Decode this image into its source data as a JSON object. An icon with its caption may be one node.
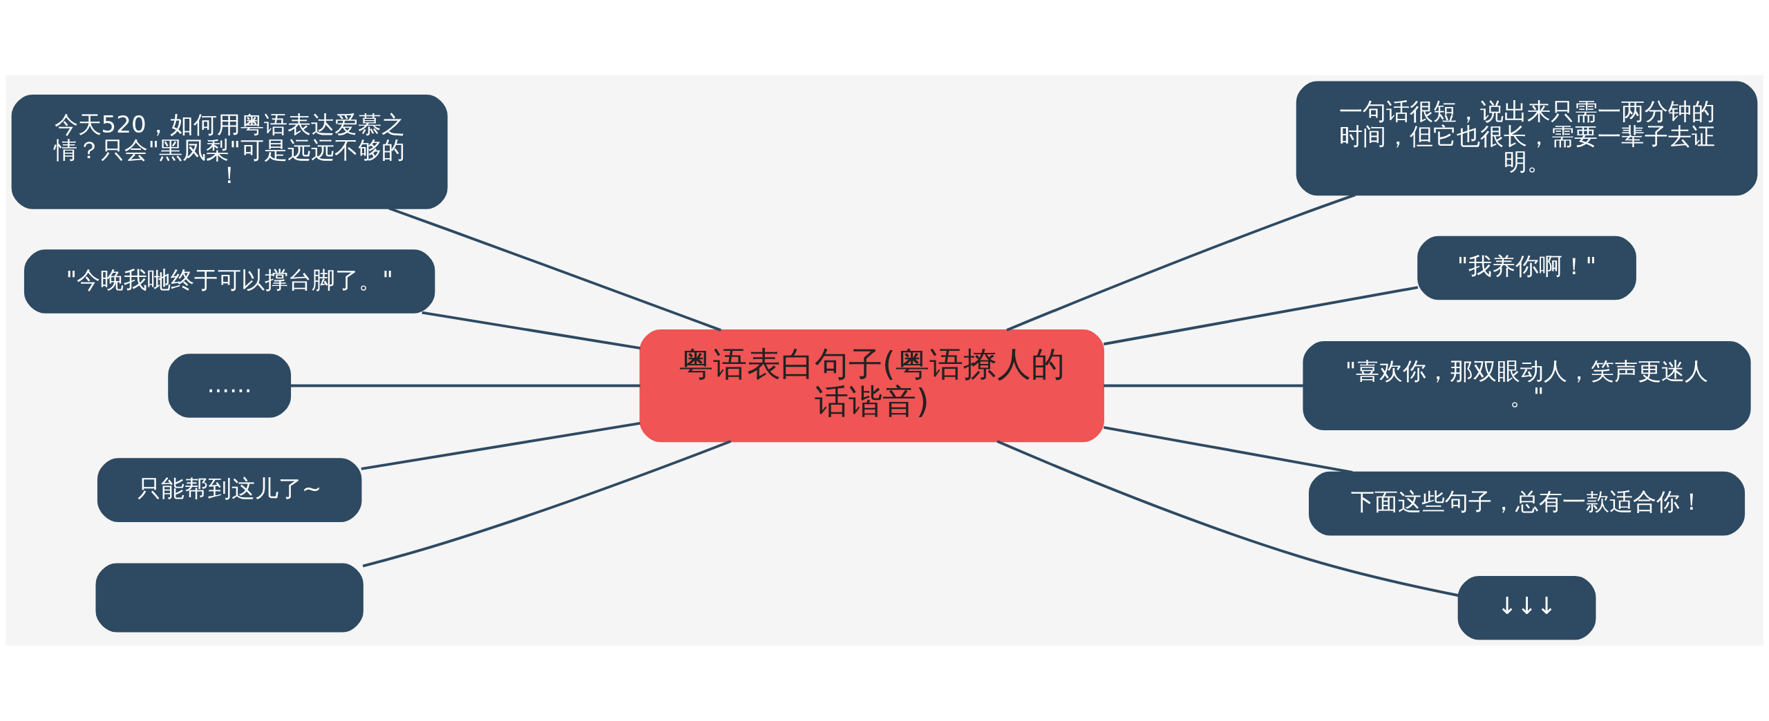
{
  "diagram": {
    "nodes": [
      {
        "text": [
          "粤语表白句子(粤语撩人的话谐音)"
        ]
      },
      {
        "text": [
          "今天520，如何用粤语表达爱慕之情？只会\"黑凤梨\"可是远远不够的！"
        ]
      },
      {
        "text": [
          "\"今晚我哋终于可以撑台脚了。\""
        ]
      },
      {
        "text": [
          "......"
        ]
      },
      {
        "text": [
          "只能帮到这儿了~"
        ]
      },
      {
        "text": [],
        "shape": "box"
      },
      {
        "text": [
          "一句话很短，说出来只需一两分钟的时间，但它也很长，需要一辈子去证明。"
        ]
      },
      {
        "text": [
          "\"我养你啊！\""
        ]
      },
      {
        "text": [
          "\"喜欢你，那双眼动人，笑声更迷人。\""
        ]
      },
      {
        "text": [
          "下面这些句子，总有一款适合你！"
        ]
      },
      {
        "text": [
          "↓↓↓"
        ]
      }
    ],
    "edges": [
      {
        "from": 0,
        "to": 1,
        "arrow": "none"
      },
      {
        "from": 0,
        "to": 2,
        "arrow": "none"
      },
      {
        "from": 0,
        "to": 3,
        "arrow": "none"
      },
      {
        "from": 0,
        "to": 4,
        "arrow": "none"
      },
      {
        "from": 0,
        "to": 5,
        "arrow": "none"
      },
      {
        "from": 0,
        "to": 6,
        "arrow": "none"
      },
      {
        "from": 0,
        "to": 7,
        "arrow": "none"
      },
      {
        "from": 0,
        "to": 8,
        "arrow": "none"
      },
      {
        "from": 0,
        "to": 9,
        "arrow": "none"
      },
      {
        "from": 0,
        "to": 10,
        "arrow": "none"
      }
    ]
  }
}
